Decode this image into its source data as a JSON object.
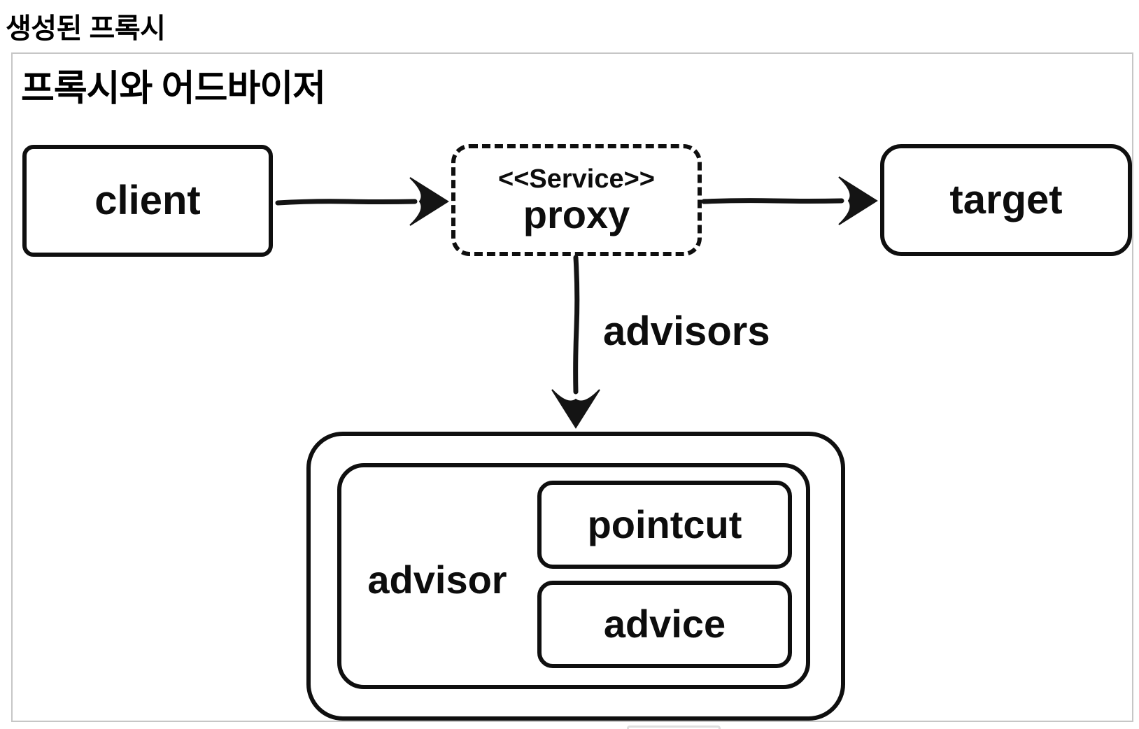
{
  "page": {
    "title": "생성된 프록시"
  },
  "panel": {
    "heading": "프록시와 어드바이저"
  },
  "nodes": {
    "client": {
      "label": "client"
    },
    "proxy": {
      "stereotype": "<<Service>>",
      "label": "proxy"
    },
    "target": {
      "label": "target"
    },
    "advisor": {
      "label": "advisor"
    },
    "pointcut": {
      "label": "pointcut"
    },
    "advice": {
      "label": "advice"
    }
  },
  "edges": {
    "client_to_proxy": {
      "from": "client",
      "to": "proxy"
    },
    "proxy_to_target": {
      "from": "proxy",
      "to": "target"
    },
    "proxy_to_advisor": {
      "from": "proxy",
      "to": "advisor group",
      "label": "advisors"
    }
  },
  "colors": {
    "stroke": "#0f0f0f",
    "panel_border": "#c6c6c6",
    "background": "#ffffff"
  }
}
